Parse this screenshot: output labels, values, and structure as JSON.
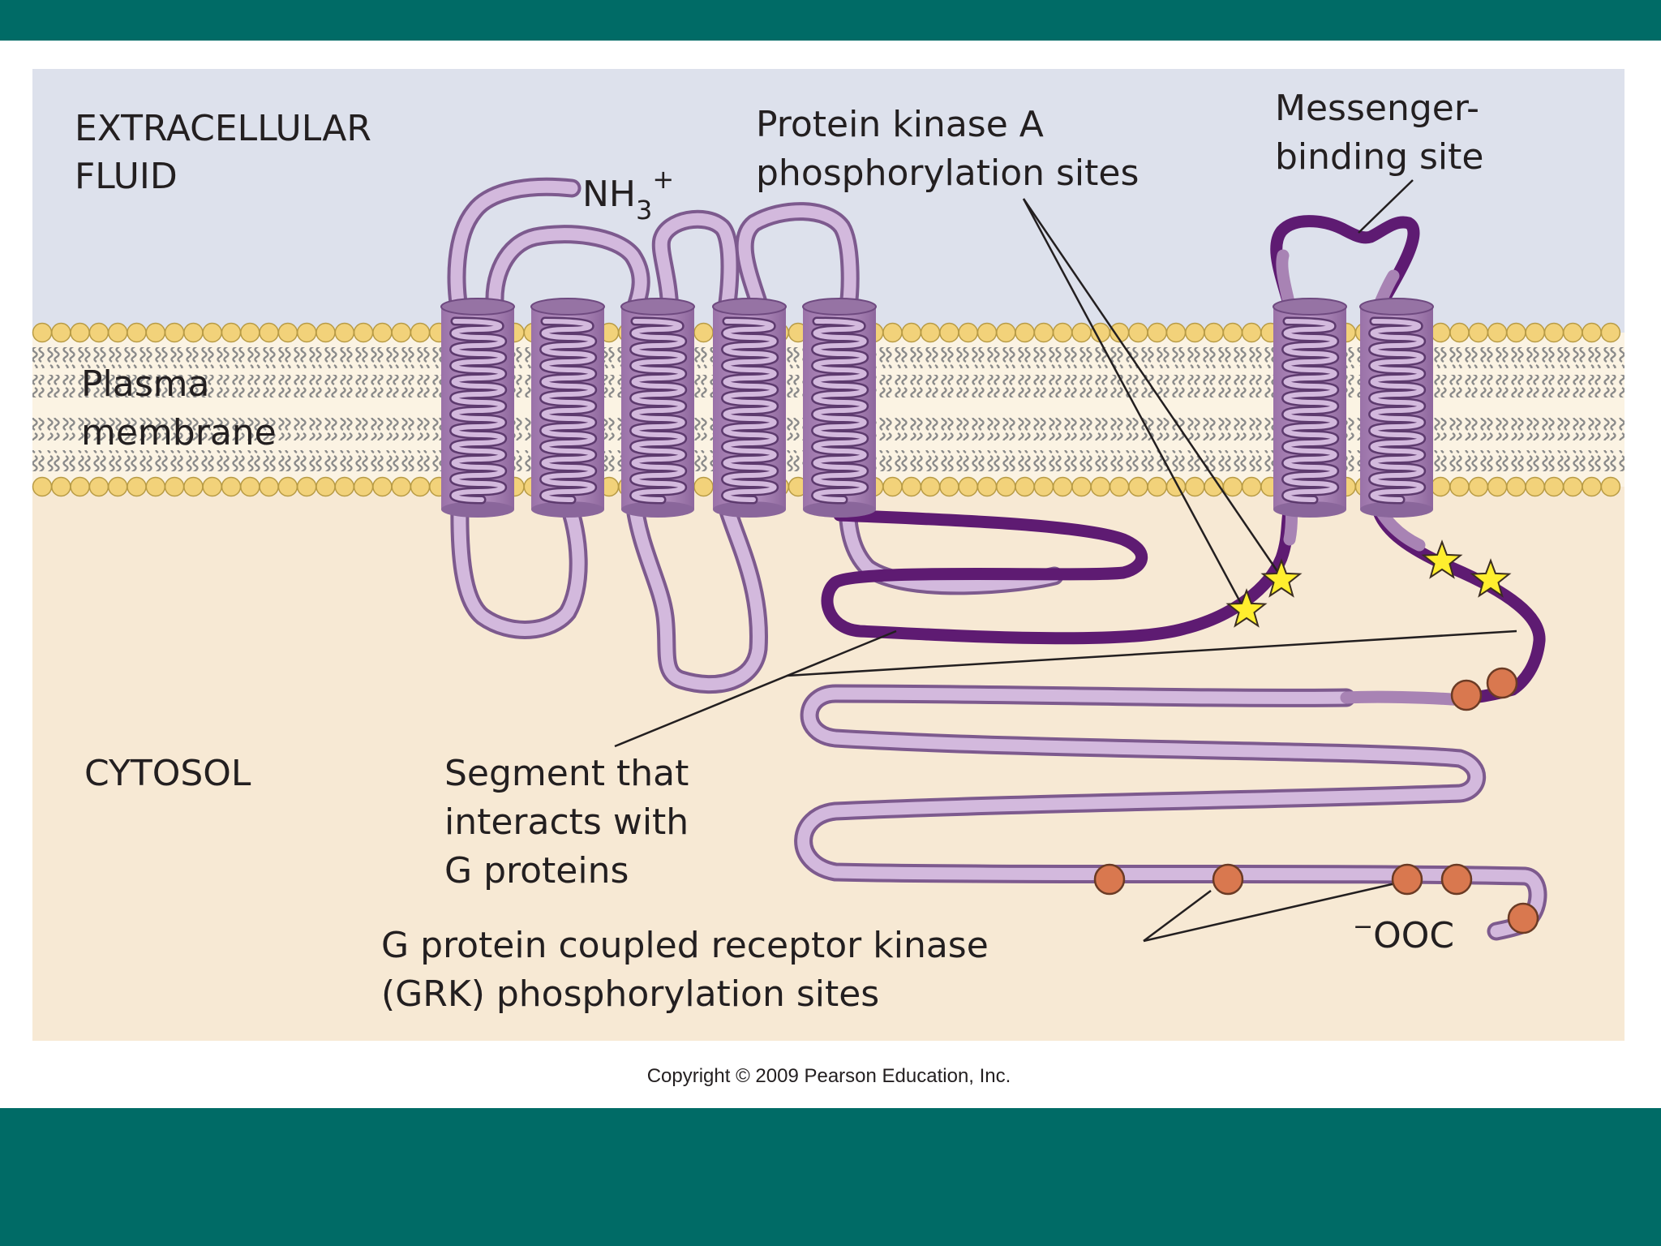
{
  "colors": {
    "band": "#006b66",
    "extracellular": "#dde1ec",
    "cytosol": "#f7e9d4",
    "membrane_core": "#fbf3e3",
    "lipid_head": "#f2d27a",
    "helix": "#a883b4",
    "receptor_light": "#d3b9dd",
    "receptor_dark": "#5e1b72",
    "pka_site": "#ffee2e",
    "grk_site": "#d9784f"
  },
  "labels": {
    "extracellular_1": "EXTRACELLULAR",
    "extracellular_2": "FLUID",
    "nh3_main": "NH",
    "nh3_sub": "3",
    "nh3_sup": "+",
    "pka_1": "Protein kinase A",
    "pka_2": "phosphorylation sites",
    "messenger_1": "Messenger-",
    "messenger_2": "binding site",
    "membrane_1": "Plasma",
    "membrane_2": "membrane",
    "cytosol": "CYTOSOL",
    "segment_1": "Segment that",
    "segment_2": "interacts with",
    "segment_3": "G proteins",
    "grk_1": "G protein coupled receptor kinase",
    "grk_2": "(GRK) phosphorylation sites",
    "cooh_sup": "−",
    "cooh_main": "OOC"
  },
  "copyright": "Copyright © 2009 Pearson Education, Inc."
}
